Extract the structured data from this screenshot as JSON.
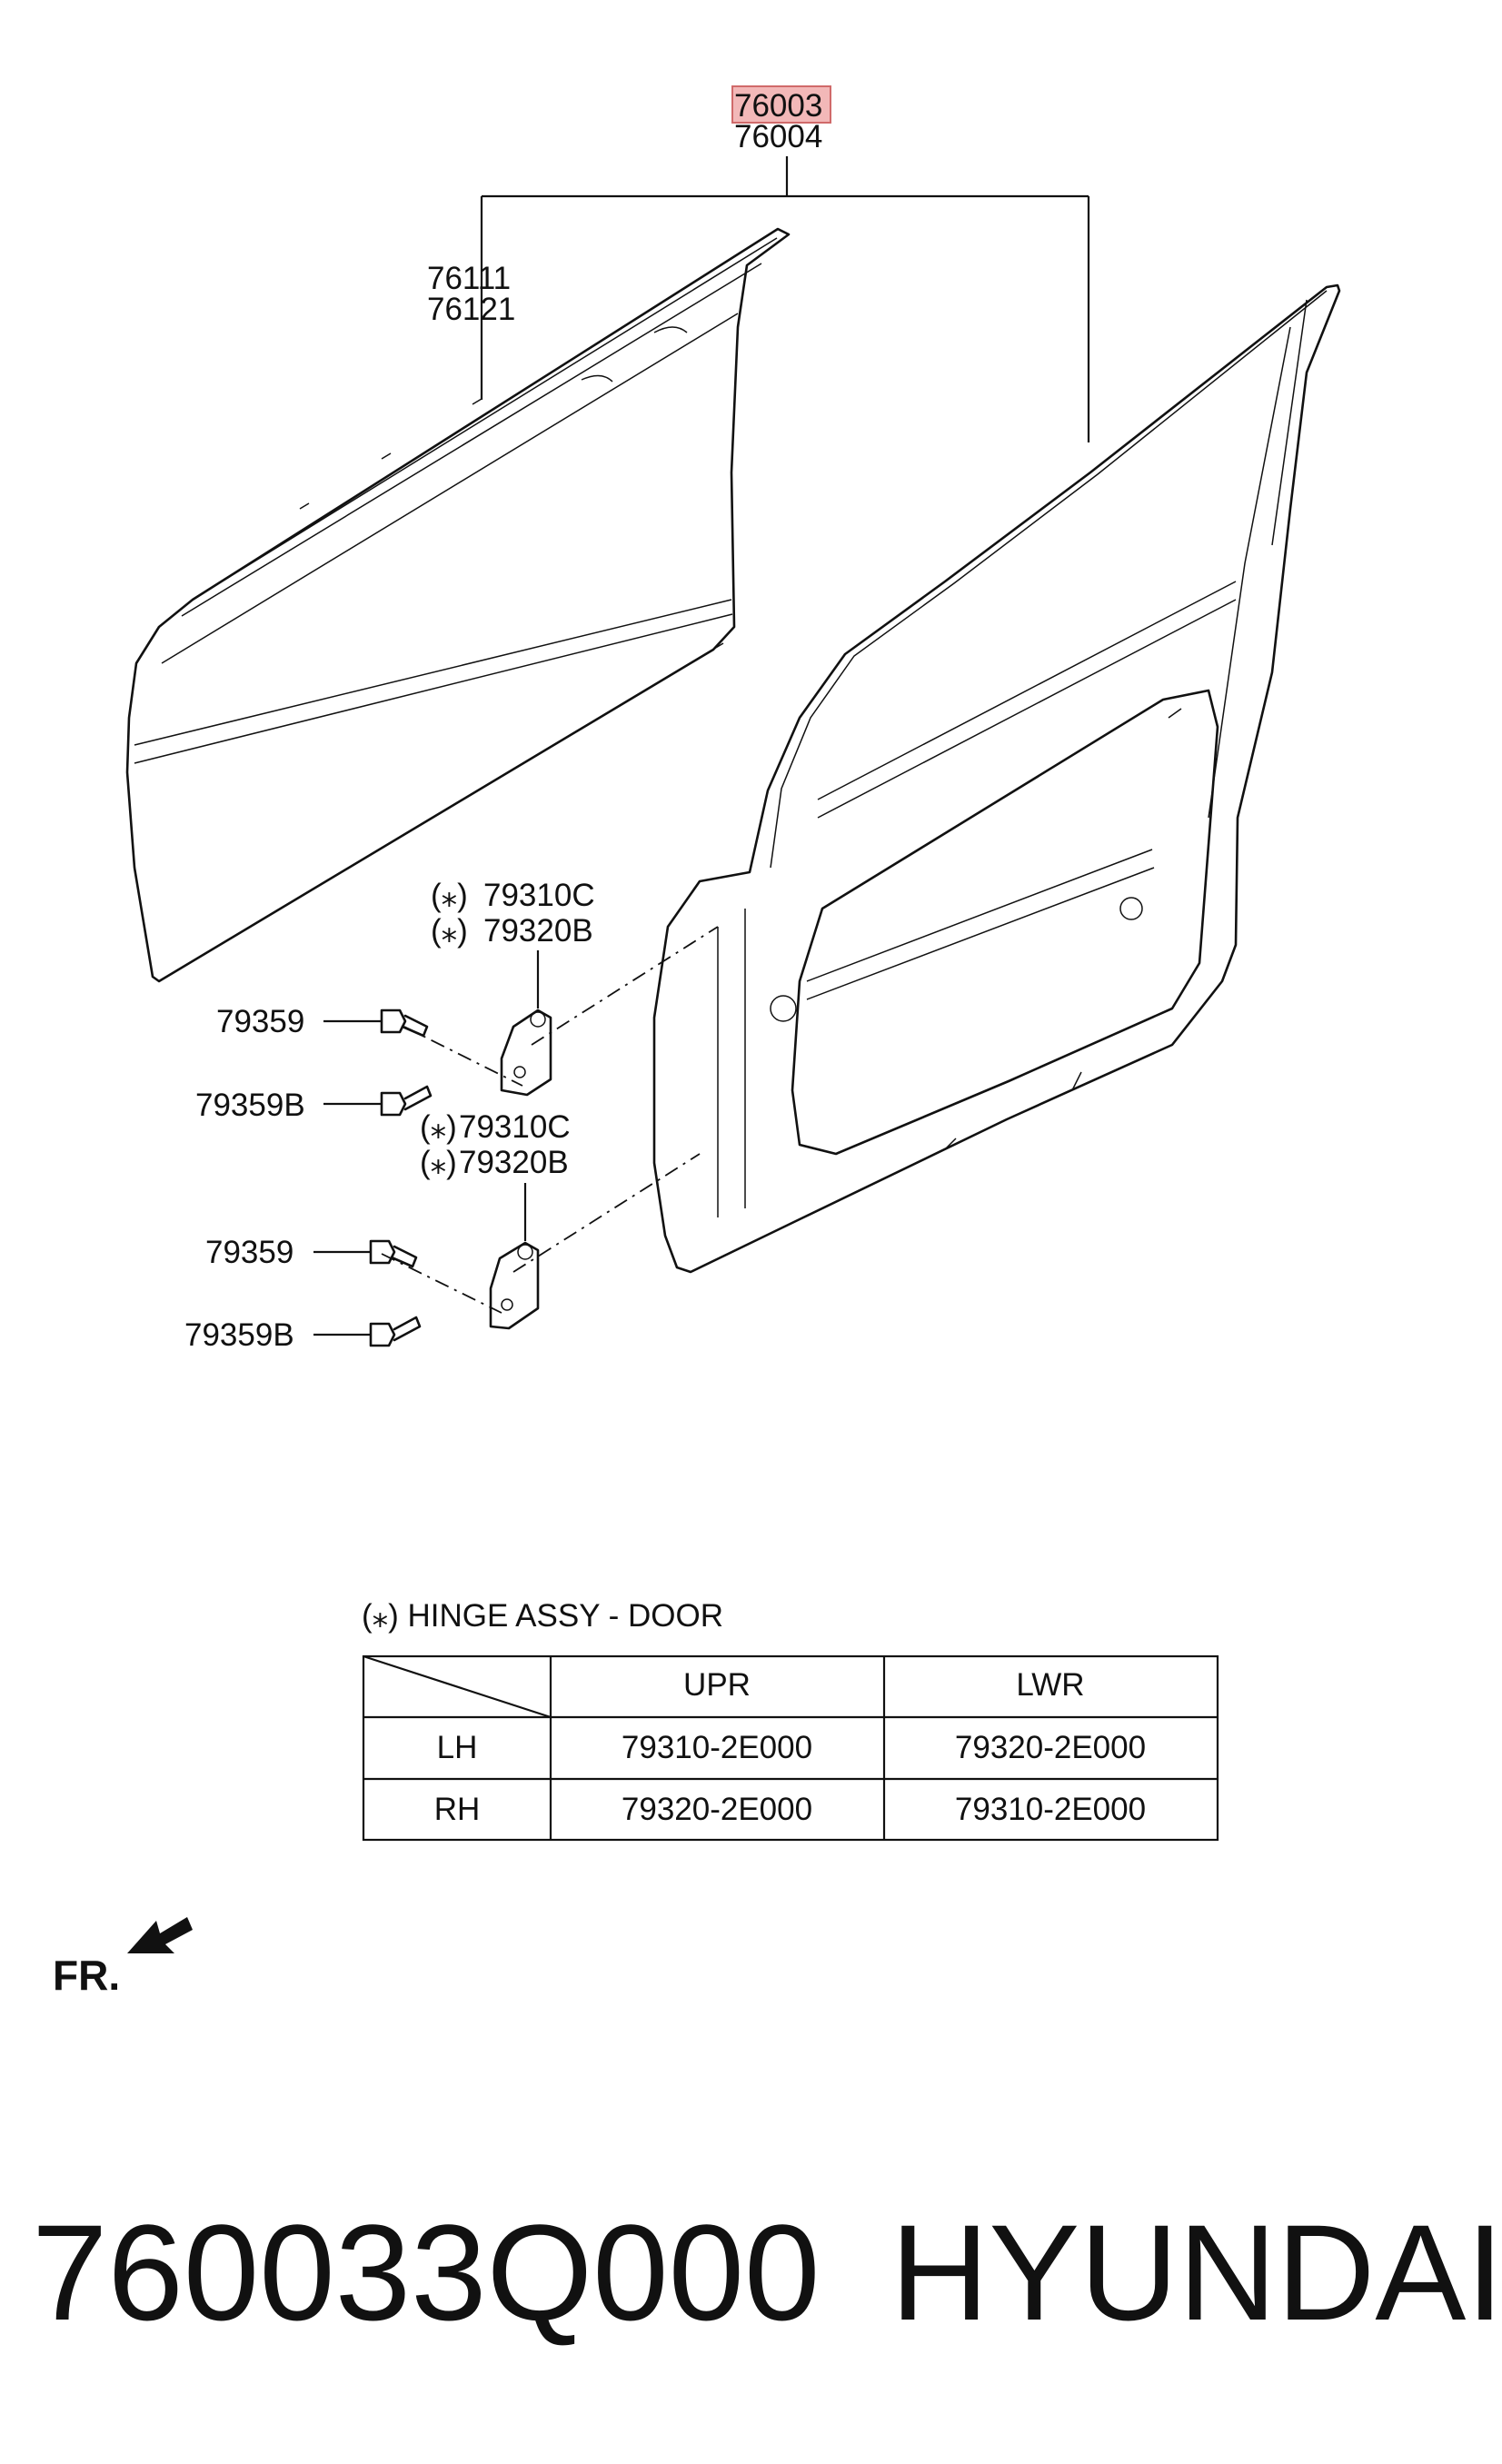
{
  "callouts": {
    "door_assy_lh": "76003",
    "door_assy_rh": "76004",
    "outer_panel_lh": "76111",
    "outer_panel_rh": "76121",
    "upper_hinge_a": "79310C",
    "upper_hinge_b": "79320B",
    "lower_hinge_a": "79310C",
    "lower_hinge_b": "79320B",
    "bolt_upper_1": "79359",
    "bolt_upper_2": "79359B",
    "bolt_lower_1": "79359",
    "bolt_lower_2": "79359B",
    "asterisk": "(⁎)",
    "highlight_color": "#f2b8b8"
  },
  "hinge_table": {
    "title": "(⁎) HINGE ASSY - DOOR",
    "columns": [
      "UPR",
      "LWR"
    ],
    "rows": [
      {
        "side": "LH",
        "upr": "79310-2E000",
        "lwr": "79320-2E000"
      },
      {
        "side": "RH",
        "upr": "79320-2E000",
        "lwr": "79310-2E000"
      }
    ]
  },
  "front_indicator": {
    "label": "FR.",
    "icon": "front-direction-arrow-icon"
  },
  "footer": {
    "part_number": "760033Q000",
    "brand": "HYUNDAI"
  }
}
